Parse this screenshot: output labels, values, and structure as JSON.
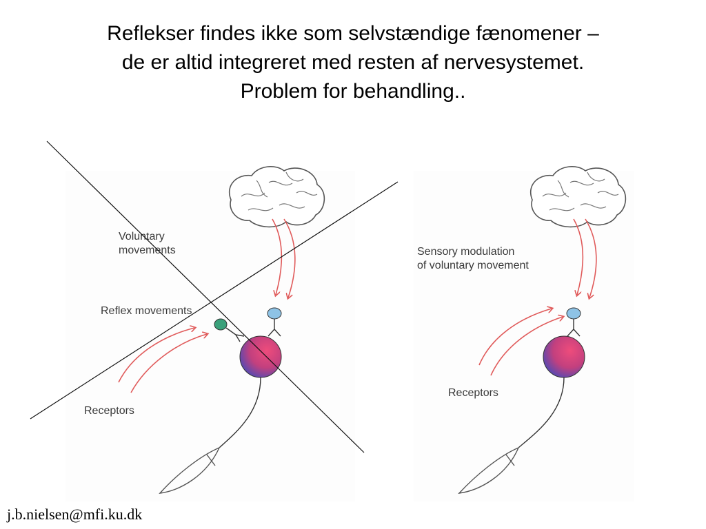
{
  "title": {
    "line1": "Reflekser findes ikke som selvstændige fænomener –",
    "line2": "de er altid integreret med resten af nervesystemet.",
    "line3": "Problem for behandling.."
  },
  "left_figure": {
    "voluntary_line1": "Voluntary",
    "voluntary_line2": "movements",
    "reflex": "Reflex movements",
    "receptors": "Receptors"
  },
  "right_figure": {
    "sensory_line1": "Sensory modulation",
    "sensory_line2": "of voluntary movement",
    "receptors": "Receptors"
  },
  "footer": {
    "email": "j.b.nielsen@mfi.ku.dk"
  },
  "colors": {
    "arrow": "#e05a5a",
    "neuron_blue": "#8ec3e6",
    "neuron_green": "#3aa07a",
    "motoneuron_pink": "#e8457a",
    "motoneuron_purple": "#4a4ab8"
  },
  "icons": [
    "brain-icon",
    "neuron-icon",
    "muscle-icon",
    "arrow-icon"
  ]
}
